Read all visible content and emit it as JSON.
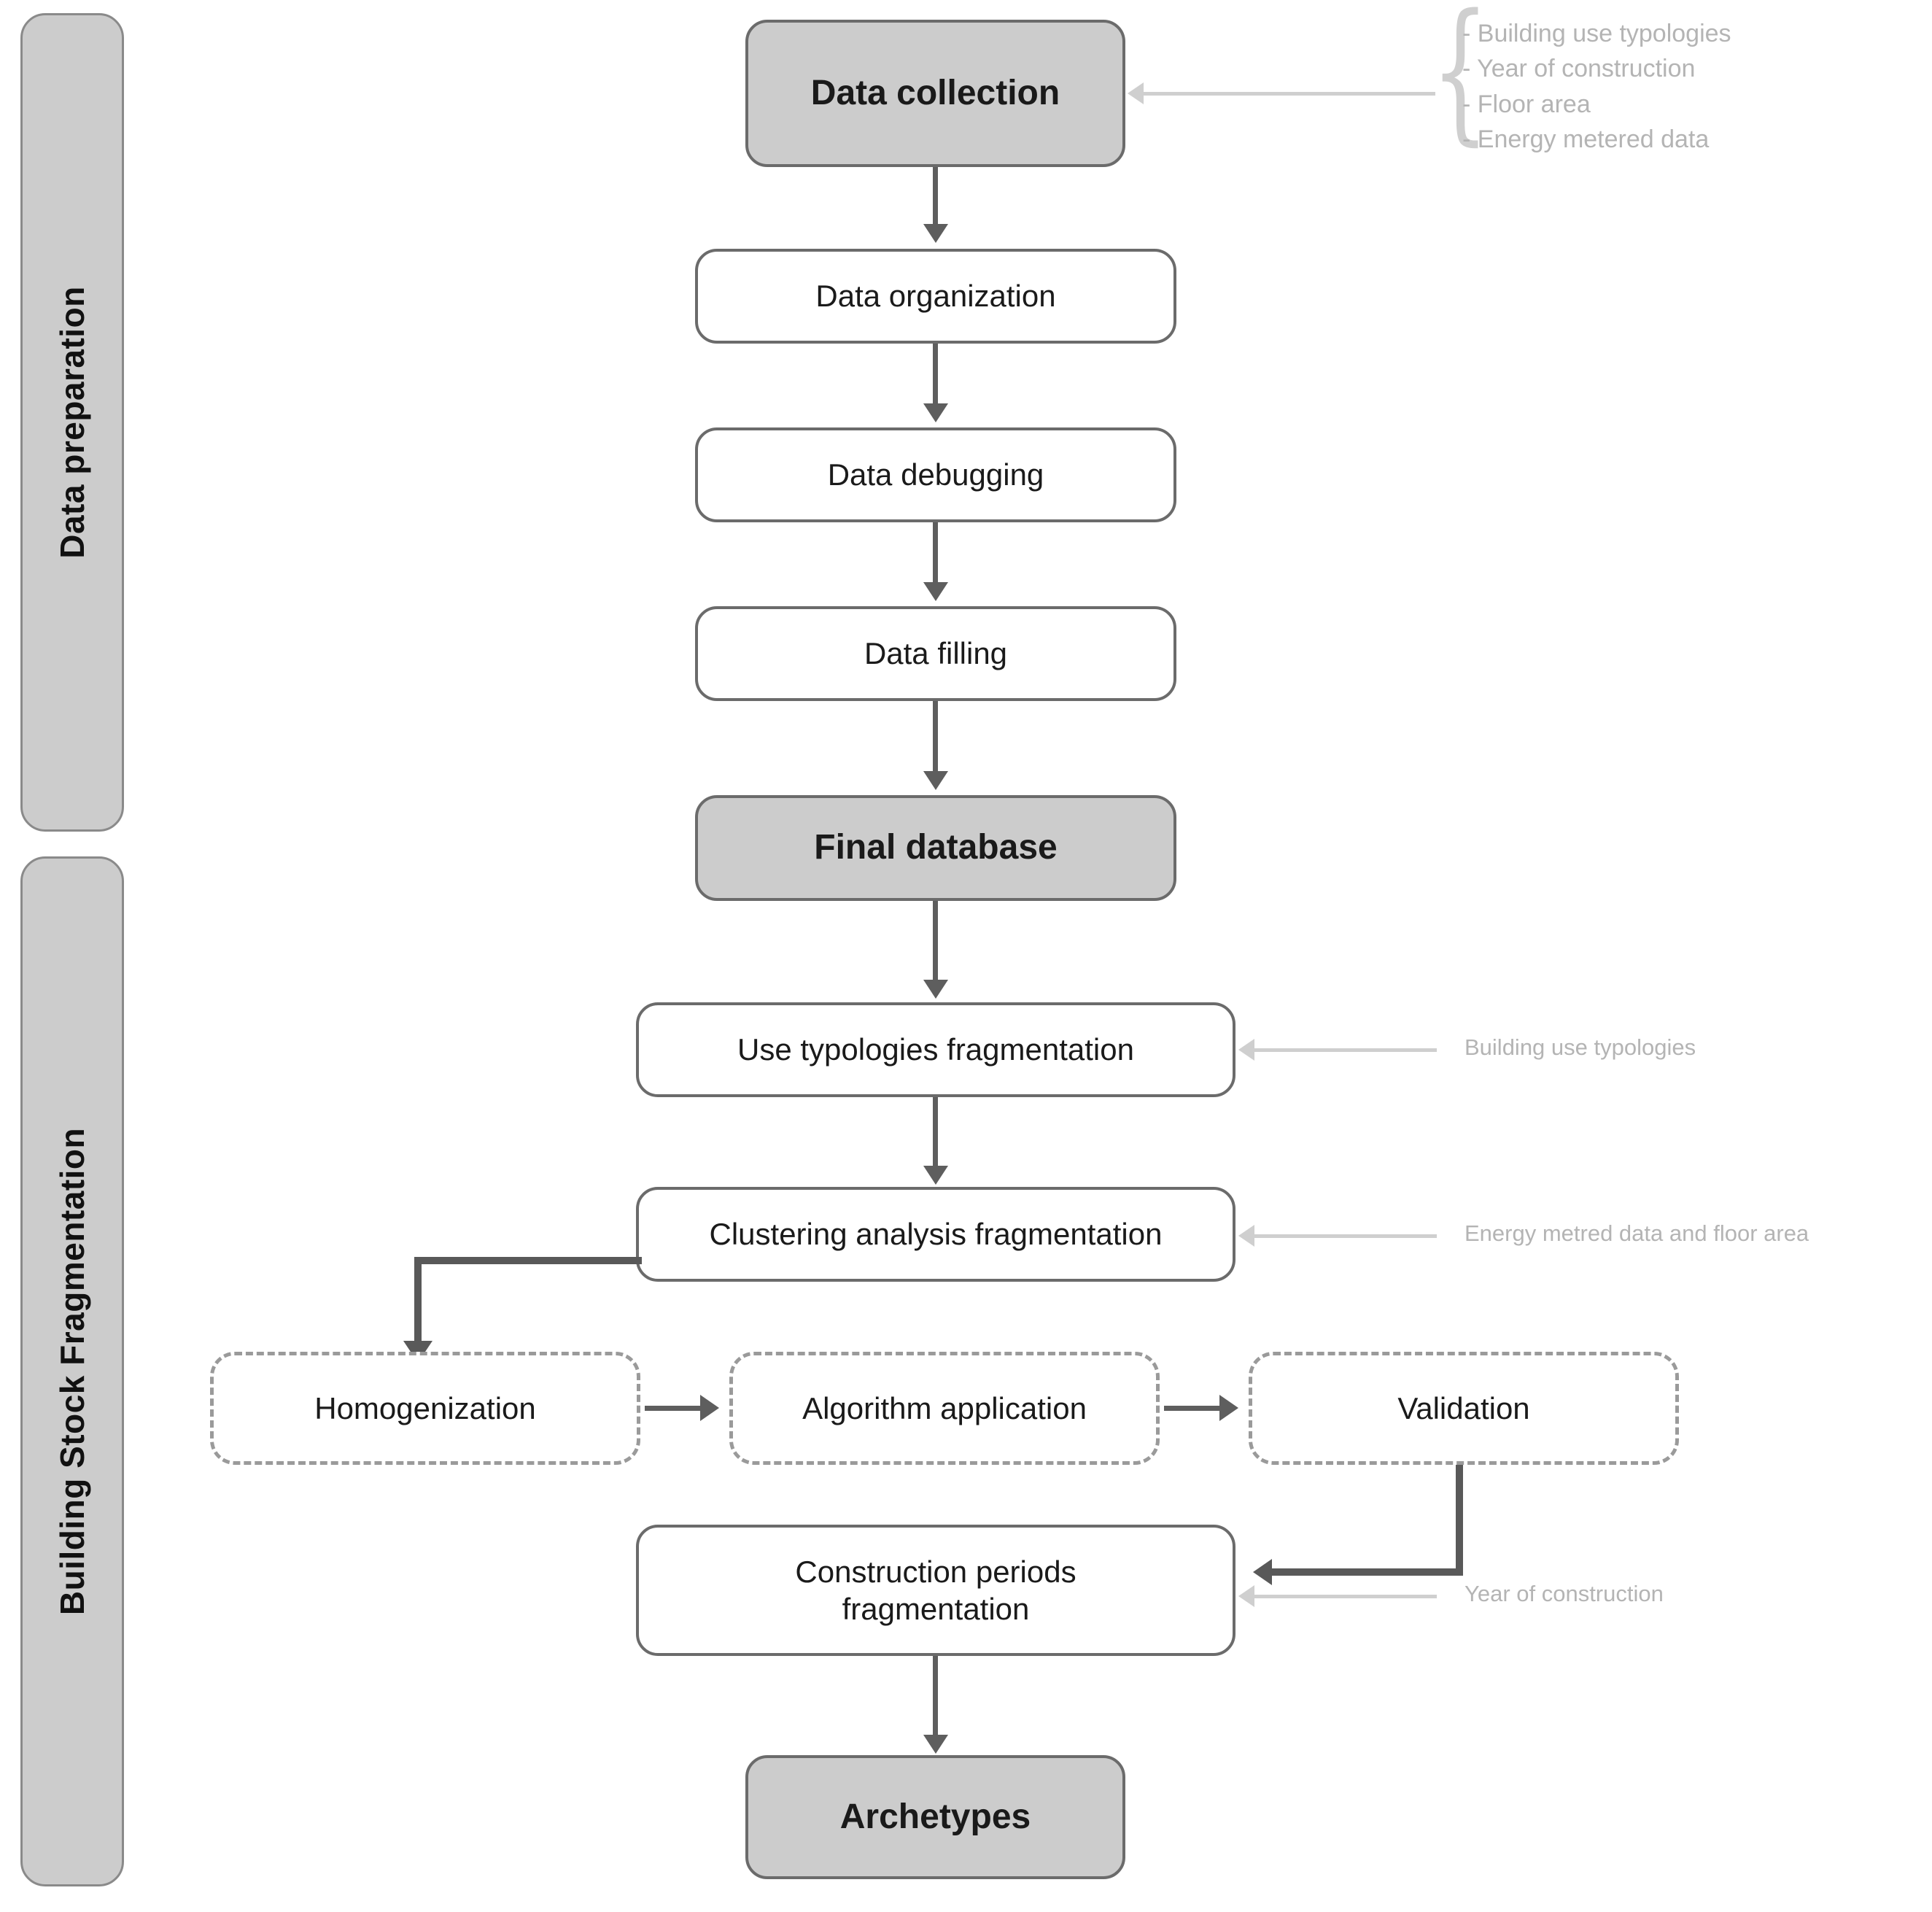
{
  "phases": [
    {
      "label": "Data preparation"
    },
    {
      "label": "Building Stock Fragmentation"
    }
  ],
  "nodes": {
    "data_collection": "Data collection",
    "data_organization": "Data organization",
    "data_debugging": "Data debugging",
    "data_filling": "Data filling",
    "final_database": "Final database",
    "use_typologies": "Use typologies fragmentation",
    "clustering_analysis": "Clustering analysis fragmentation",
    "homogenization": "Homogenization",
    "algorithm_application": "Algorithm application",
    "validation": "Validation",
    "construction_periods_line1": "Construction periods",
    "construction_periods_line2": "fragmentation",
    "archetypes": "Archetypes"
  },
  "annotations": {
    "data_collection_inputs": [
      "- Building use typologies",
      "- Year of construction",
      "- Floor area",
      "- Energy metered data"
    ],
    "use_typologies_input": "Building use typologies",
    "clustering_input": "Energy metred data and floor area",
    "construction_periods_input": "Year of construction",
    "brace_glyph": "{"
  },
  "colors": {
    "fill_gray": "#cccccc",
    "border_gray": "#6b6b6b",
    "dashed_gray": "#9a9a9a",
    "annotation_gray": "#b4b4b4",
    "connector_gray": "#5e5e5e",
    "background": "#ffffff"
  }
}
